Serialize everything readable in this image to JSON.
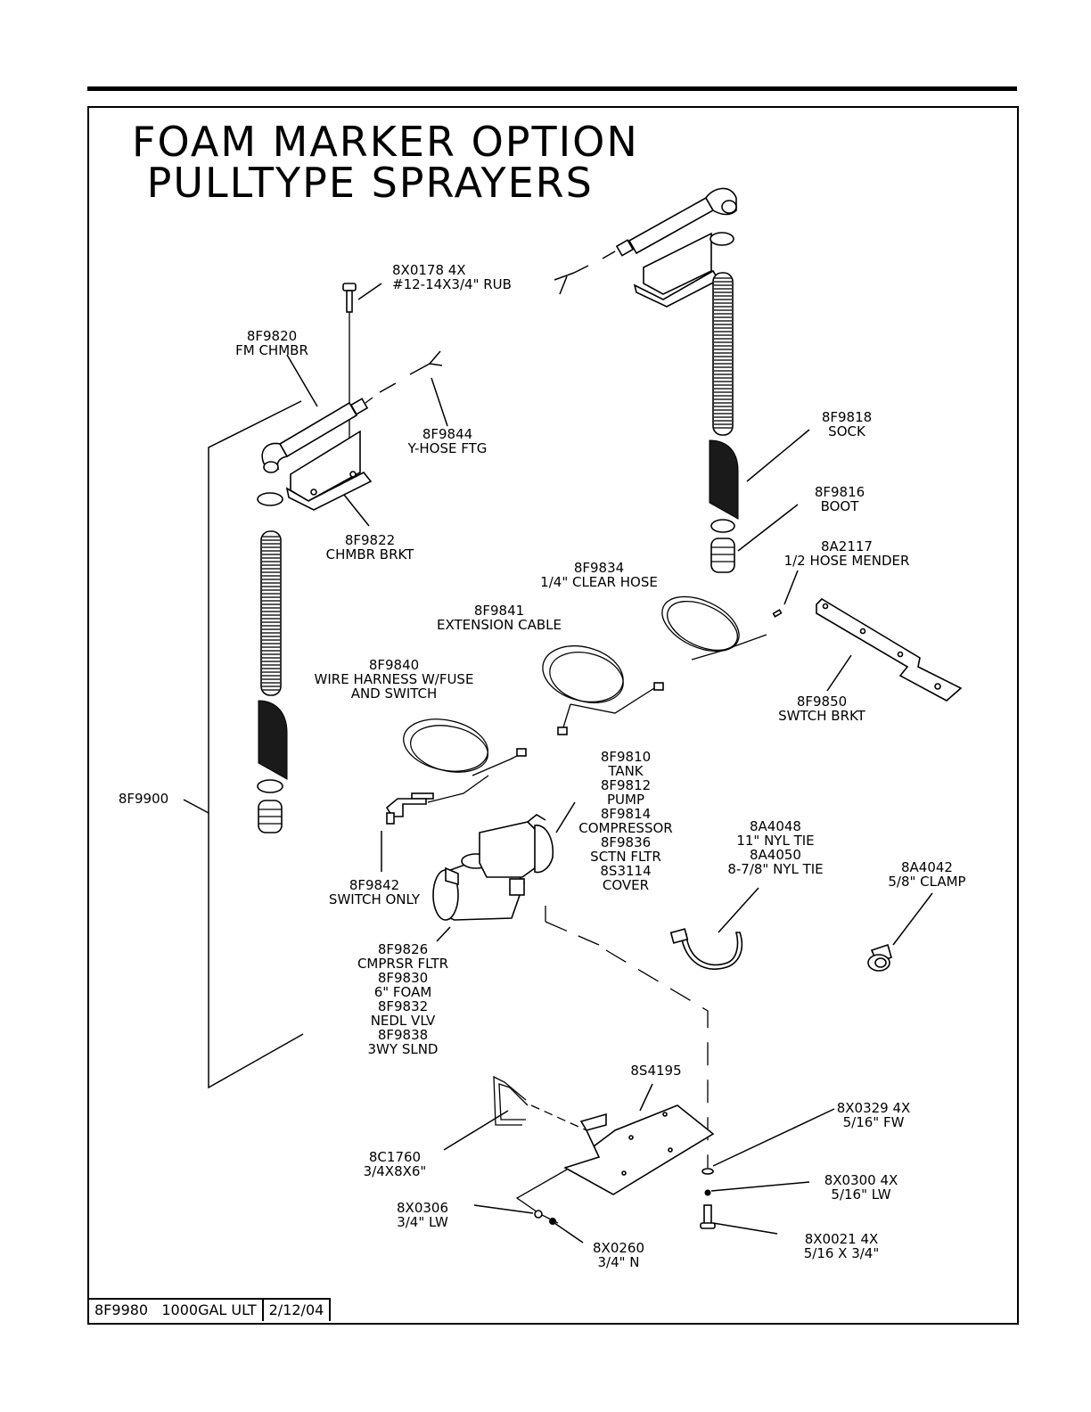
{
  "title": {
    "line1": "FOAM MARKER OPTION",
    "line2": " PULLTYPE SPRAYERS"
  },
  "title_block": {
    "part": "8F9980   1000GAL ULT",
    "date": "2/12/04"
  },
  "callouts": {
    "c8X0178": [
      "8X0178 4X",
      "#12-14X3/4\" RUB"
    ],
    "c8F9820": [
      "8F9820",
      "FM CHMBR"
    ],
    "c8F9844": [
      "8F9844",
      "Y-HOSE FTG"
    ],
    "c8F9818": [
      "8F9818",
      "SOCK"
    ],
    "c8F9816": [
      "8F9816",
      "BOOT"
    ],
    "c8F9822": [
      "8F9822",
      "CHMBR BRKT"
    ],
    "c8A2117": [
      "8A2117",
      "1/2 HOSE MENDER"
    ],
    "c8F9834": [
      "8F9834",
      "1/4\" CLEAR HOSE"
    ],
    "c8F9841": [
      "8F9841",
      "EXTENSION CABLE"
    ],
    "c8F9840": [
      "8F9840",
      "WIRE HARNESS W/FUSE",
      "AND SWITCH"
    ],
    "c8F9850": [
      "8F9850",
      "SWTCH BRKT"
    ],
    "c8F9810": [
      "8F9810",
      "TANK",
      "8F9812",
      "PUMP",
      "8F9814",
      "COMPRESSOR",
      "8F9836",
      "SCTN FLTR",
      "8S3114",
      "COVER"
    ],
    "c8F9900": [
      "8F9900"
    ],
    "c8A4048": [
      "8A4048",
      "11\" NYL TIE",
      "8A4050",
      "8-7/8\" NYL TIE"
    ],
    "c8A4042": [
      "8A4042",
      "5/8\" CLAMP"
    ],
    "c8F9842": [
      "8F9842",
      "SWITCH ONLY"
    ],
    "c8F9826": [
      "8F9826",
      "CMPRSR FLTR",
      "8F9830",
      "6\" FOAM",
      "8F9832",
      "NEDL VLV",
      "8F9838",
      "3WY SLND"
    ],
    "c8S4195": [
      "8S4195"
    ],
    "c8X0329": [
      "8X0329 4X",
      "5/16\" FW"
    ],
    "c8C1760": [
      "8C1760",
      "3/4X8X6\""
    ],
    "c8X0300": [
      "8X0300 4X",
      "5/16\" LW"
    ],
    "c8X0306": [
      "8X0306",
      "3/4\" LW"
    ],
    "c8X0021": [
      "8X0021 4X",
      "5/16 X 3/4\""
    ],
    "c8X0260": [
      "8X0260",
      "3/4\" N"
    ]
  }
}
